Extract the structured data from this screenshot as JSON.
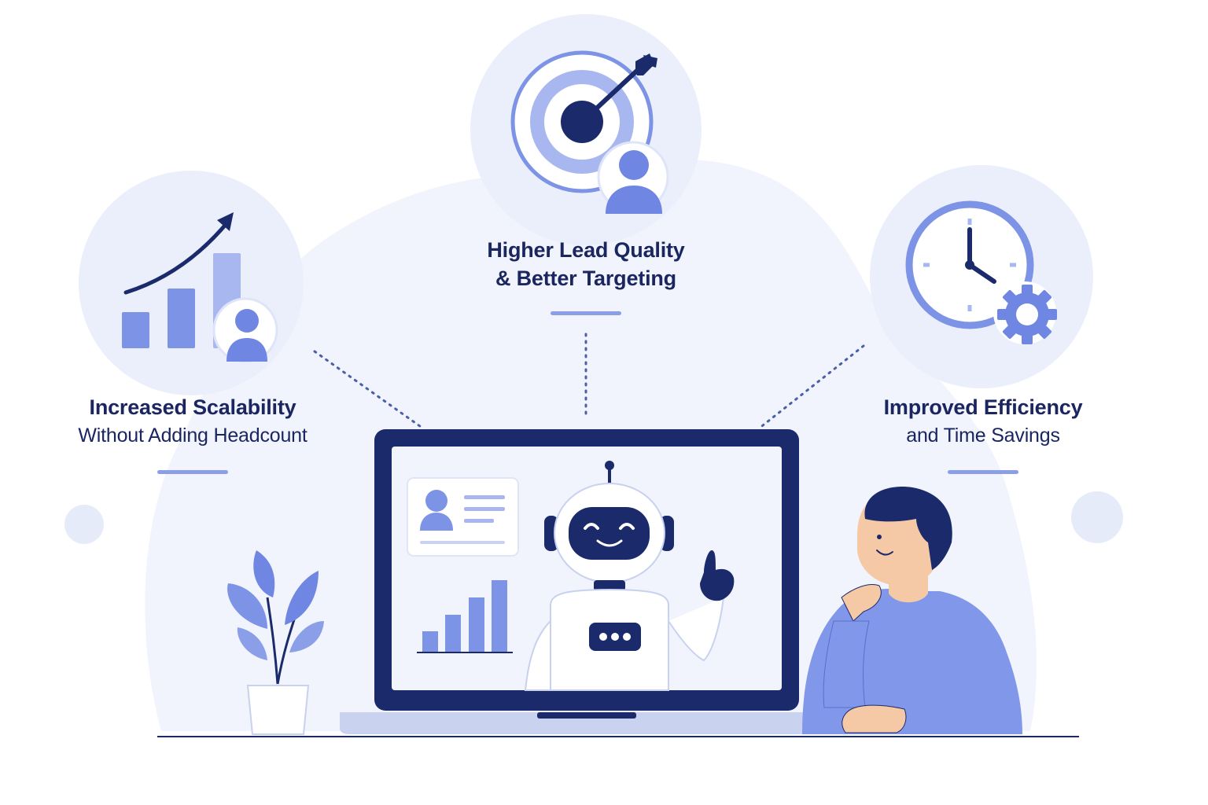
{
  "benefits": {
    "scalability": {
      "title": "Increased Scalability",
      "subtitle": "Without Adding Headcount",
      "icon": "bar-chart-growth-icon"
    },
    "lead_quality": {
      "title": "Higher Lead Quality",
      "subtitle": "& Better Targeting",
      "icon": "target-arrow-icon"
    },
    "efficiency": {
      "title": "Improved Efficiency",
      "subtitle": "and Time Savings",
      "icon": "clock-gear-icon"
    }
  },
  "colors": {
    "navy": "#1b2a6b",
    "accent": "#6f86e3",
    "accent_light": "#a9b7f0",
    "bubble": "#eef2fc",
    "background_blob": "#f1f4fc",
    "skin": "#f5c9a6",
    "sweater": "#8097ea"
  }
}
